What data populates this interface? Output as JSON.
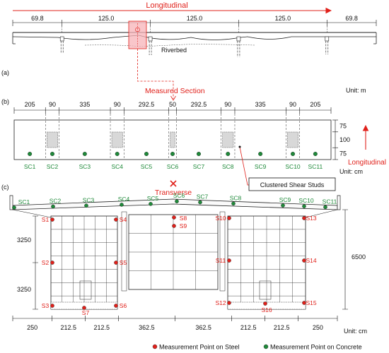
{
  "panel_a": {
    "label": "(a)",
    "direction": "Longitudinal",
    "spans": [
      "69.8",
      "125.0",
      "125.0",
      "125.0",
      "69.8"
    ],
    "riverbed": "Riverbed",
    "measured_section": "Measured Section",
    "unit": "Unit: m"
  },
  "panel_b": {
    "label": "(b)",
    "spacings": [
      "205",
      "90",
      "335",
      "90",
      "292.5",
      "50",
      "292.5",
      "90",
      "335",
      "90",
      "205"
    ],
    "right_dims": [
      "75",
      "100",
      "75"
    ],
    "sections": [
      "SC1",
      "SC2",
      "SC3",
      "SC4",
      "SC5",
      "SC6",
      "SC7",
      "SC8",
      "SC9",
      "SC10",
      "SC11"
    ],
    "direction": "Longitudinal",
    "studs_label": "Clustered Shear Studs",
    "unit": "Unit: cm"
  },
  "panel_c": {
    "label": "(c)",
    "direction": "Transverse",
    "concrete_points": [
      "SC1",
      "SC2",
      "SC3",
      "SC4",
      "SC5",
      "SC6",
      "SC7",
      "SC8",
      "SC9",
      "SC10",
      "SC11"
    ],
    "steel_points": [
      "S1",
      "S2",
      "S3",
      "S4",
      "S5",
      "S6",
      "S7",
      "S8",
      "S9",
      "S10",
      "S11",
      "S12",
      "S13",
      "S14",
      "S15",
      "S16"
    ],
    "left_dims": [
      "3250",
      "3250"
    ],
    "right_dim": "6500",
    "bottom_dims": [
      "250",
      "212.5",
      "212.5",
      "362.5",
      "362.5",
      "212.5",
      "212.5",
      "250"
    ],
    "unit": "Unit: cm"
  },
  "legend": {
    "steel": "Measurement Point on Steel",
    "concrete": "Measurement Point on Concrete"
  },
  "colors": {
    "red": "#e0201a",
    "green": "#1f8a3a",
    "pink": "#f7b3b8"
  }
}
